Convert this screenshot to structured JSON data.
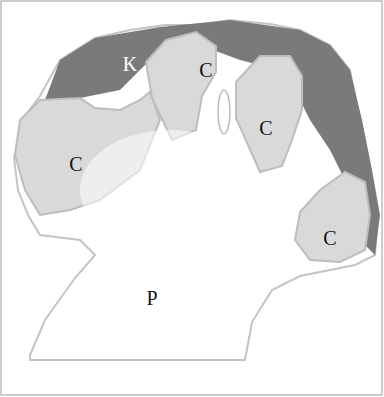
{
  "diagram": {
    "labels": [
      "K",
      "C",
      "C",
      "C",
      "C",
      "P"
    ]
  }
}
